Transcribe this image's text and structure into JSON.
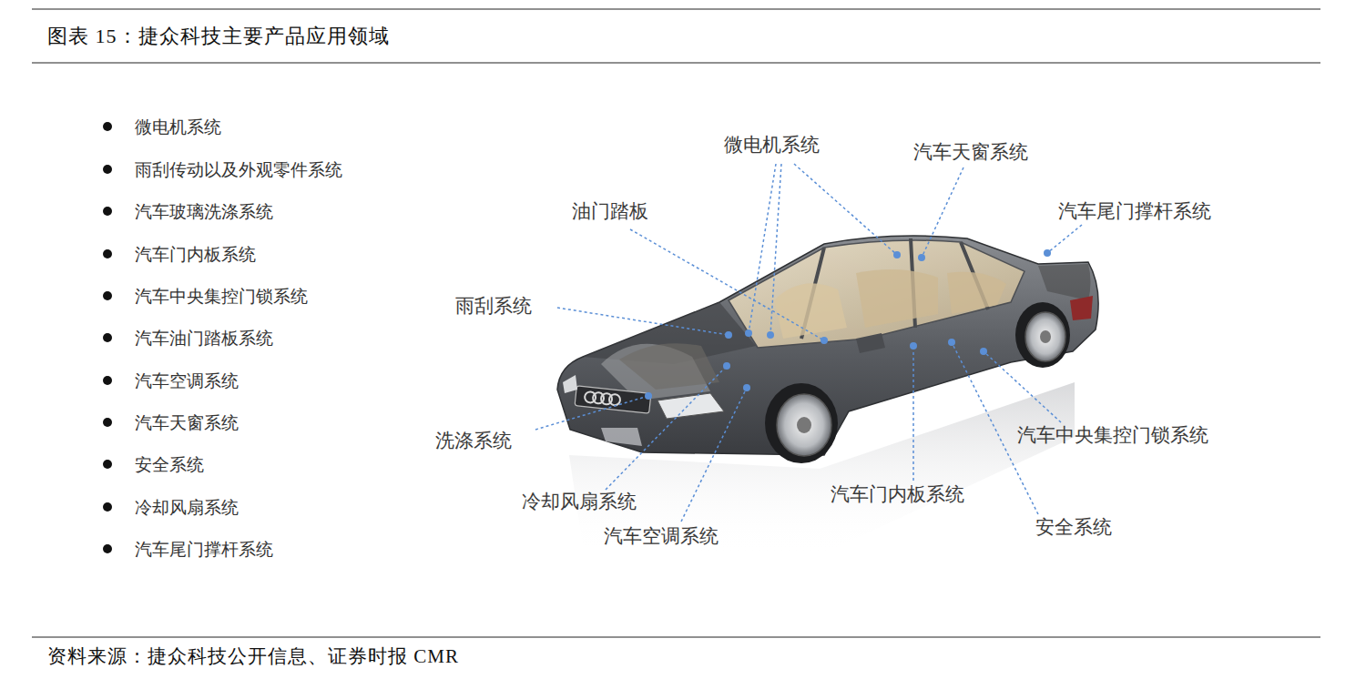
{
  "diagram": {
    "title": "图表 15：捷众科技主要产品应用领域",
    "caption": "资料来源：捷众科技公开信息、证券时报 CMR",
    "labels": [
      "微电机系统",
      "雨刮传动以及外观零件系统",
      "汽车玻璃洗涤系统",
      "汽车门内板系统",
      "汽车中央集控门锁系统",
      "汽车油门踏板系统",
      "汽车空调系统",
      "汽车天窗系统",
      "安全系统",
      "冷却风扇系统",
      "汽车尾门撑杆系统",
      "微电机系统",
      "汽车天窗系统",
      "油门踏板",
      "汽车尾门撑杆系统",
      "雨刮系统",
      "洗涤系统",
      "汽车中央集控门锁系统",
      "冷却风扇系统",
      "汽车门内板系统",
      "汽车空调系统",
      "安全系统"
    ]
  }
}
